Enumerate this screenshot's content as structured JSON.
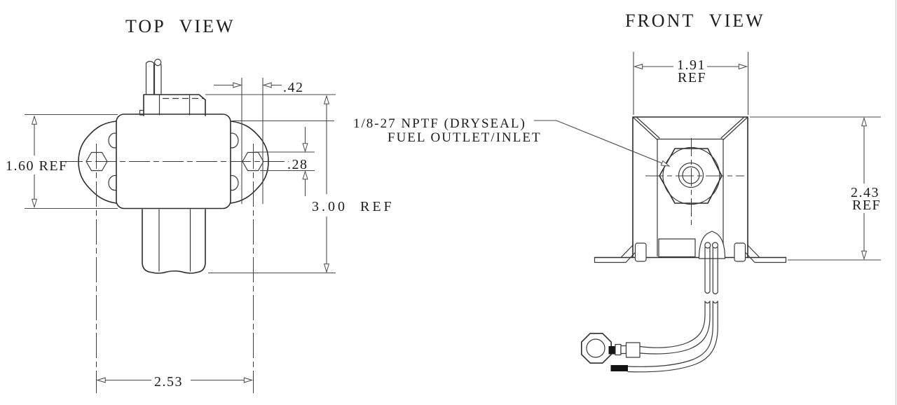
{
  "drawing": {
    "background": "#ffffff",
    "ink_color": "#2d2d2d",
    "dim_color": "#4a4a4a",
    "top_view": {
      "title": "TOP VIEW",
      "dim_body_width": "1.60 REF",
      "dim_hex_across_corners": ".42",
      "dim_hex_across_flats": ".28",
      "dim_overall_height": "3.00 REF",
      "dim_mounting_centers": "2.53"
    },
    "front_view": {
      "title": "FRONT VIEW",
      "dim_width_value": "1.91",
      "dim_width_ref": "REF",
      "dim_height_value": "2.43",
      "dim_height_ref": "REF",
      "callout_line1": "1/8-27 NPTF (DRYSEAL)",
      "callout_line2": "FUEL OUTLET/INLET"
    }
  }
}
